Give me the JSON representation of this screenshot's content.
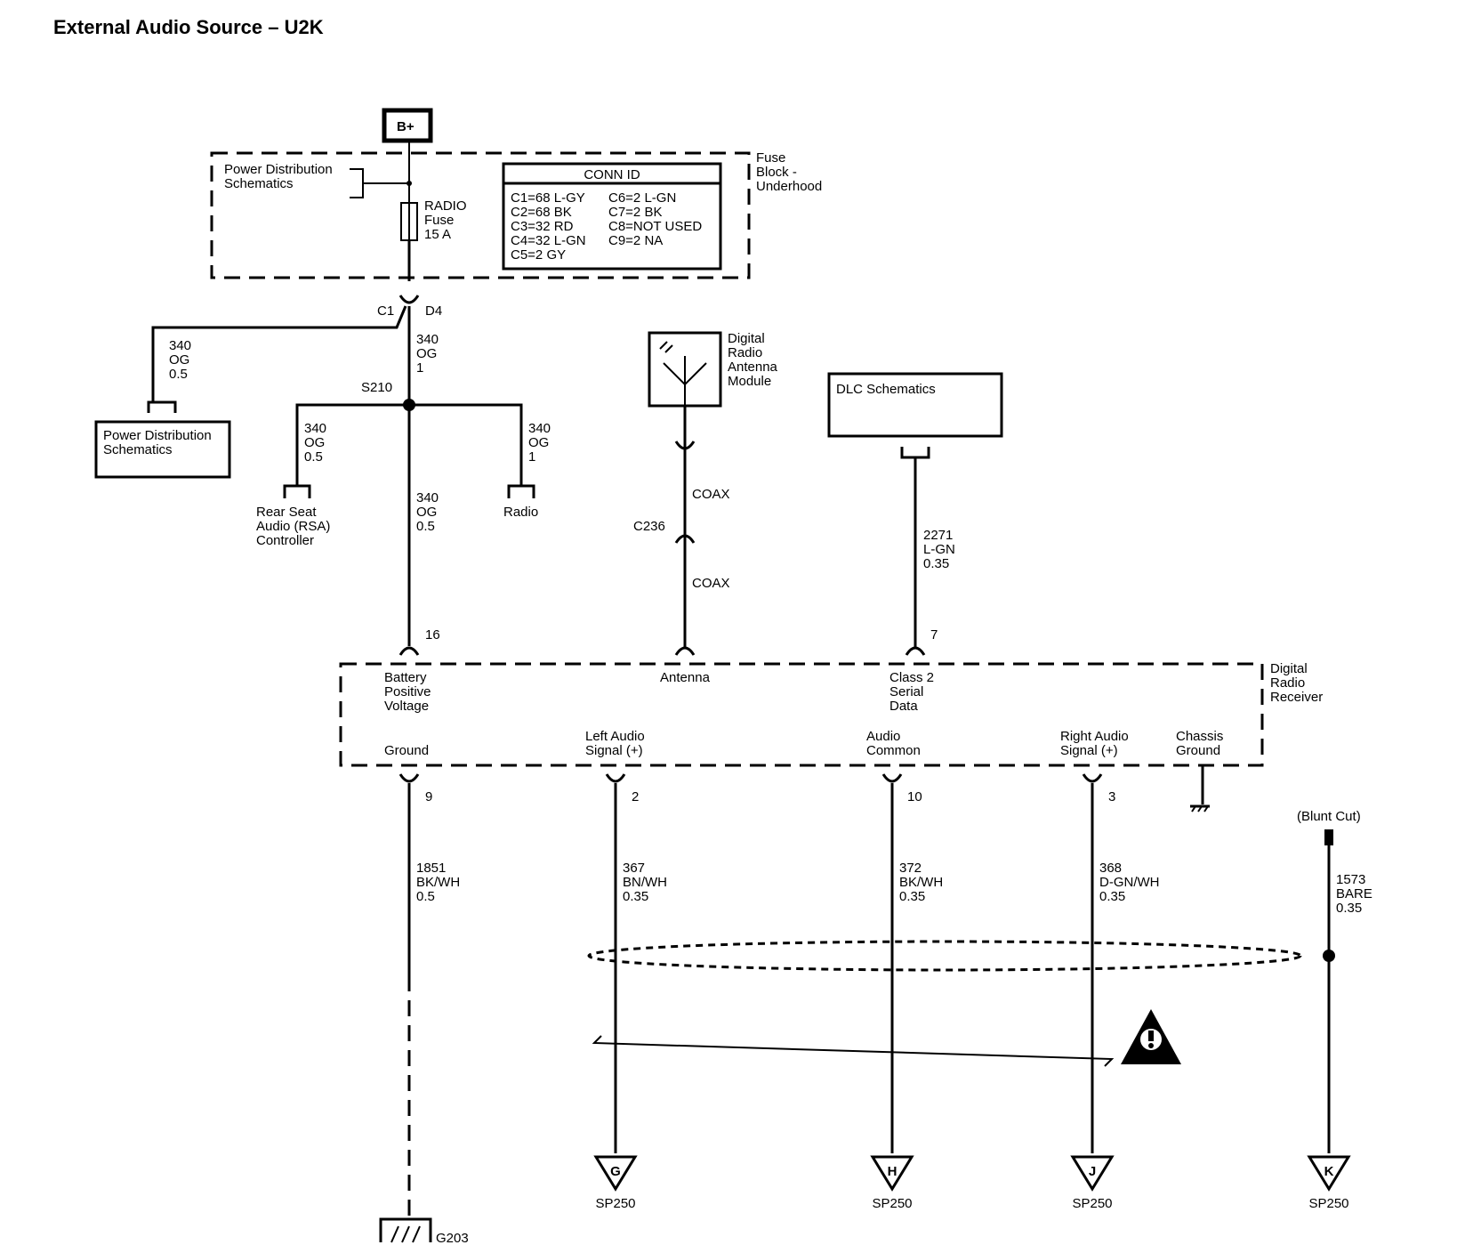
{
  "title": "External Audio Source – U2K",
  "bplus": "B+",
  "fuse_block": {
    "label": [
      "Fuse",
      "Block -",
      "Underhood"
    ],
    "pds_ref": [
      "Power Distribution",
      "Schematics"
    ],
    "fuse": [
      "RADIO",
      "Fuse",
      "15 A"
    ],
    "conn_id": {
      "header": "CONN ID",
      "col1": [
        "C1=68 L-GY",
        "C2=68 BK",
        "C3=32 RD",
        "C4=32 L-GN",
        "C5=2 GY"
      ],
      "col2": [
        "C6=2 L-GN",
        "C7=2 BK",
        "C8=NOT USED",
        "C9=2 NA"
      ]
    },
    "conn_left": "C1",
    "conn_right": "D4"
  },
  "splice_s210": "S210",
  "wires": {
    "pds_branch": [
      "340",
      "OG",
      "0.5"
    ],
    "main_upper": [
      "340",
      "OG",
      "1"
    ],
    "rsa_branch": [
      "340",
      "OG",
      "0.5"
    ],
    "main_lower": [
      "340",
      "OG",
      "0.5"
    ],
    "radio_branch": [
      "340",
      "OG",
      "1"
    ],
    "dlc": [
      "2271",
      "L-GN",
      "0.35"
    ],
    "ground": [
      "1851",
      "BK/WH",
      "0.5"
    ],
    "left_audio": [
      "367",
      "BN/WH",
      "0.35"
    ],
    "audio_common": [
      "372",
      "BK/WH",
      "0.35"
    ],
    "right_audio": [
      "368",
      "D-GN/WH",
      "0.35"
    ],
    "drain": [
      "1573",
      "BARE",
      "0.35"
    ]
  },
  "pds_box": [
    "Power Distribution",
    "Schematics"
  ],
  "rsa_label": [
    "Rear Seat",
    "Audio (RSA)",
    "Controller"
  ],
  "radio_label": "Radio",
  "antenna_module": [
    "Digital",
    "Radio",
    "Antenna",
    "Module"
  ],
  "coax_upper": "COAX",
  "coax_lower": "COAX",
  "c236": "C236",
  "dlc_box": "DLC Schematics",
  "receiver": {
    "label": [
      "Digital",
      "Radio",
      "Receiver"
    ],
    "battery": [
      "Battery",
      "Positive",
      "Voltage"
    ],
    "antenna": "Antenna",
    "class2": [
      "Class 2",
      "Serial",
      "Data"
    ],
    "ground": "Ground",
    "left_audio": [
      "Left Audio",
      "Signal (+)"
    ],
    "audio_common": [
      "Audio",
      "Common"
    ],
    "right_audio": [
      "Right Audio",
      "Signal (+)"
    ],
    "chassis": [
      "Chassis",
      "Ground"
    ]
  },
  "pins": {
    "battery": "16",
    "dlc": "7",
    "ground": "9",
    "left_audio": "2",
    "audio_common": "10",
    "right_audio": "3"
  },
  "blunt_cut": "(Blunt Cut)",
  "splices": [
    {
      "letter": "G",
      "name": "SP250"
    },
    {
      "letter": "H",
      "name": "SP250"
    },
    {
      "letter": "J",
      "name": "SP250"
    },
    {
      "letter": "K",
      "name": "SP250"
    }
  ],
  "ground_g203": "G203"
}
